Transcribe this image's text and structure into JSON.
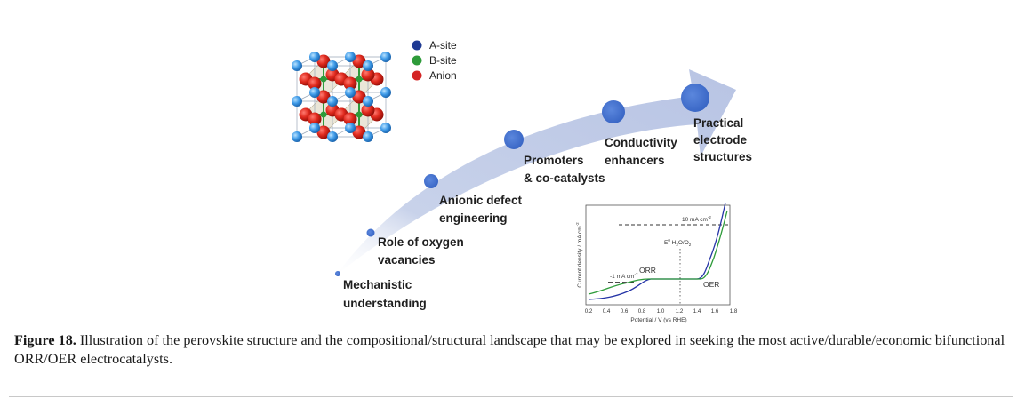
{
  "legend": {
    "items": [
      {
        "label": "A-site",
        "color": "#1f3a93"
      },
      {
        "label": "B-site",
        "color": "#2e9b3a"
      },
      {
        "label": "Anion",
        "color": "#d42424"
      }
    ]
  },
  "steps": [
    {
      "line1": "Mechanistic",
      "line2": "understanding"
    },
    {
      "line1": "Role of oxygen",
      "line2": "vacancies"
    },
    {
      "line1": "Anionic defect",
      "line2": "engineering"
    },
    {
      "line1": "Promoters",
      "line2": "& co-catalysts"
    },
    {
      "line1": "Conductivity",
      "line2": "enhancers"
    },
    {
      "line1": "Practical",
      "line2": "electrode",
      "line3": "structures"
    }
  ],
  "plot": {
    "y_label": "Current density / mA cm",
    "y_label_sup": "-2",
    "x_label": "Potential / V (vs RHE)",
    "x_ticks": [
      "0.2",
      "0.4",
      "0.6",
      "0.8",
      "1.0",
      "1.2",
      "1.4",
      "1.6",
      "1.8"
    ],
    "annotation_top": "10 mA cm",
    "annotation_top_sup": "-2",
    "annotation_bottom": "-1 mA cm",
    "annotation_bottom_sup": "-2",
    "e0_label": "E",
    "e0_sup": "0",
    "e0_rest": " H",
    "e0_sub1": "2",
    "e0_mid": "O/O",
    "e0_sub2": "2",
    "orr_label": "ORR",
    "oer_label": "OER",
    "series_colors": [
      "#2433a6",
      "#2e9b3a"
    ]
  },
  "caption": {
    "label": "Figure 18.",
    "text": " Illustration of the perovskite structure and the compositional/structural landscape that may be explored in seeking the most active/durable/economic bifunctional ORR/OER electrocatalysts."
  }
}
